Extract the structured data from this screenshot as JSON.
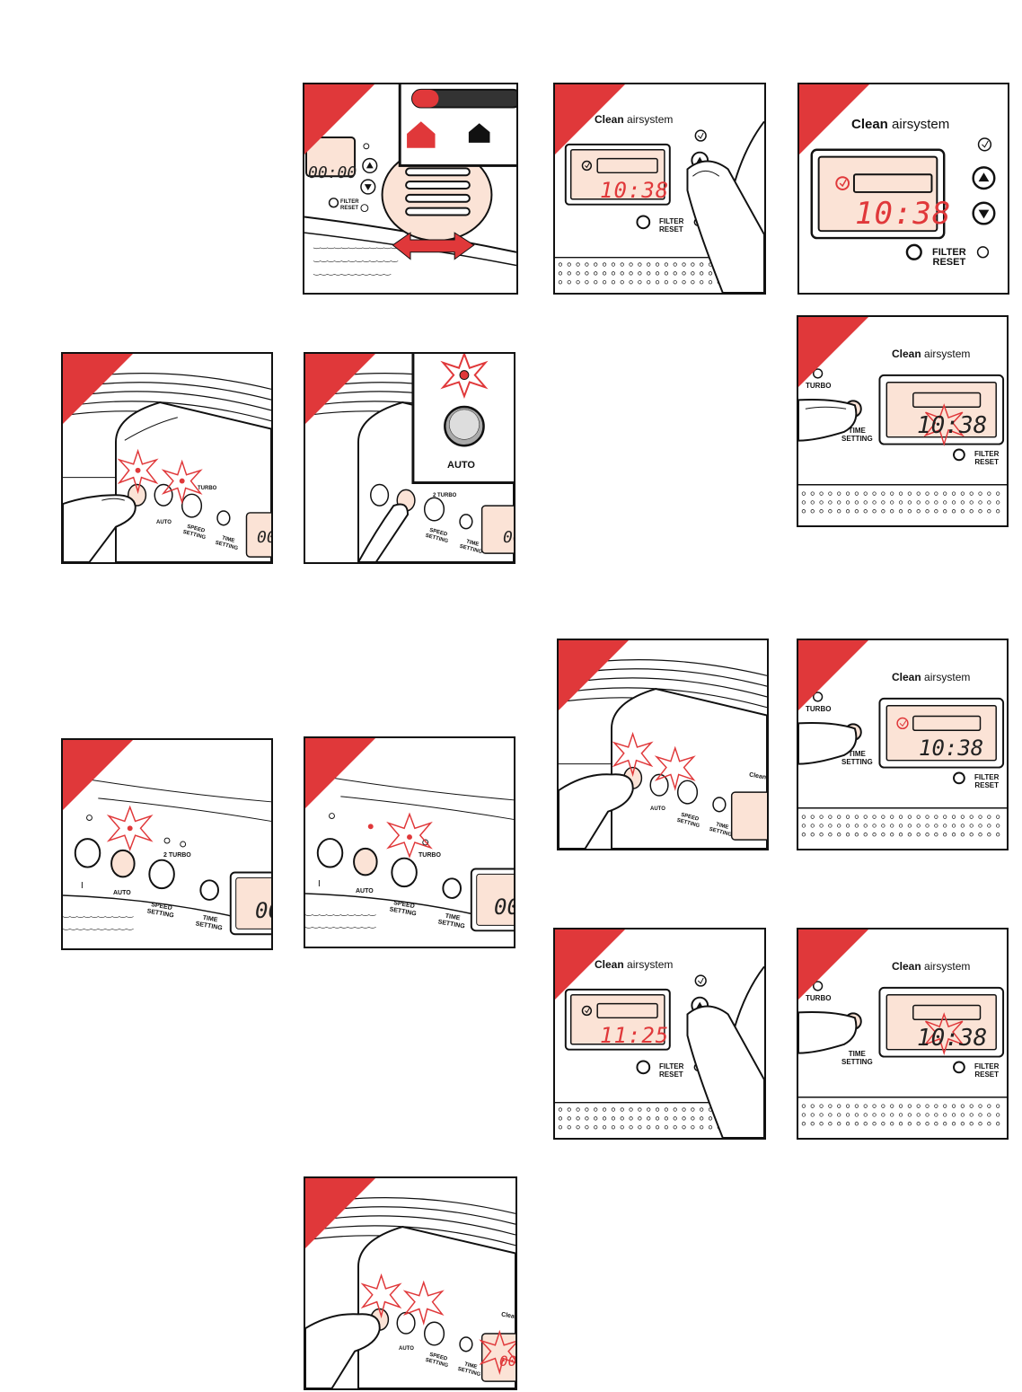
{
  "brand": {
    "bold": "Clean",
    "rest": "airsystem"
  },
  "labels": {
    "filter_reset_1": "FILTER",
    "filter_reset_2": "RESET",
    "turbo": "TURBO",
    "time_setting_1": "TIME",
    "time_setting_2": "SETTING",
    "speed_setting_1": "SPEED",
    "speed_setting_2": "SETTING",
    "auto": "AUTO",
    "speed_2": "2",
    "power_symbol": "I"
  },
  "display": {
    "time_a": "10:38",
    "time_b": "11:25",
    "time_blank": "00:00",
    "time_partial": "00",
    "time_blink": "10:38"
  },
  "colors": {
    "accent": "#e0383a",
    "lcd_bg": "#fbe3d6",
    "led": "#e0383a"
  },
  "icons": {
    "clock": "clock-icon",
    "up": "arrow-up-icon",
    "down": "arrow-down-icon",
    "star": "flash-star-icon",
    "house_warm": "house-warm-icon",
    "house_cool": "house-cool-icon"
  }
}
